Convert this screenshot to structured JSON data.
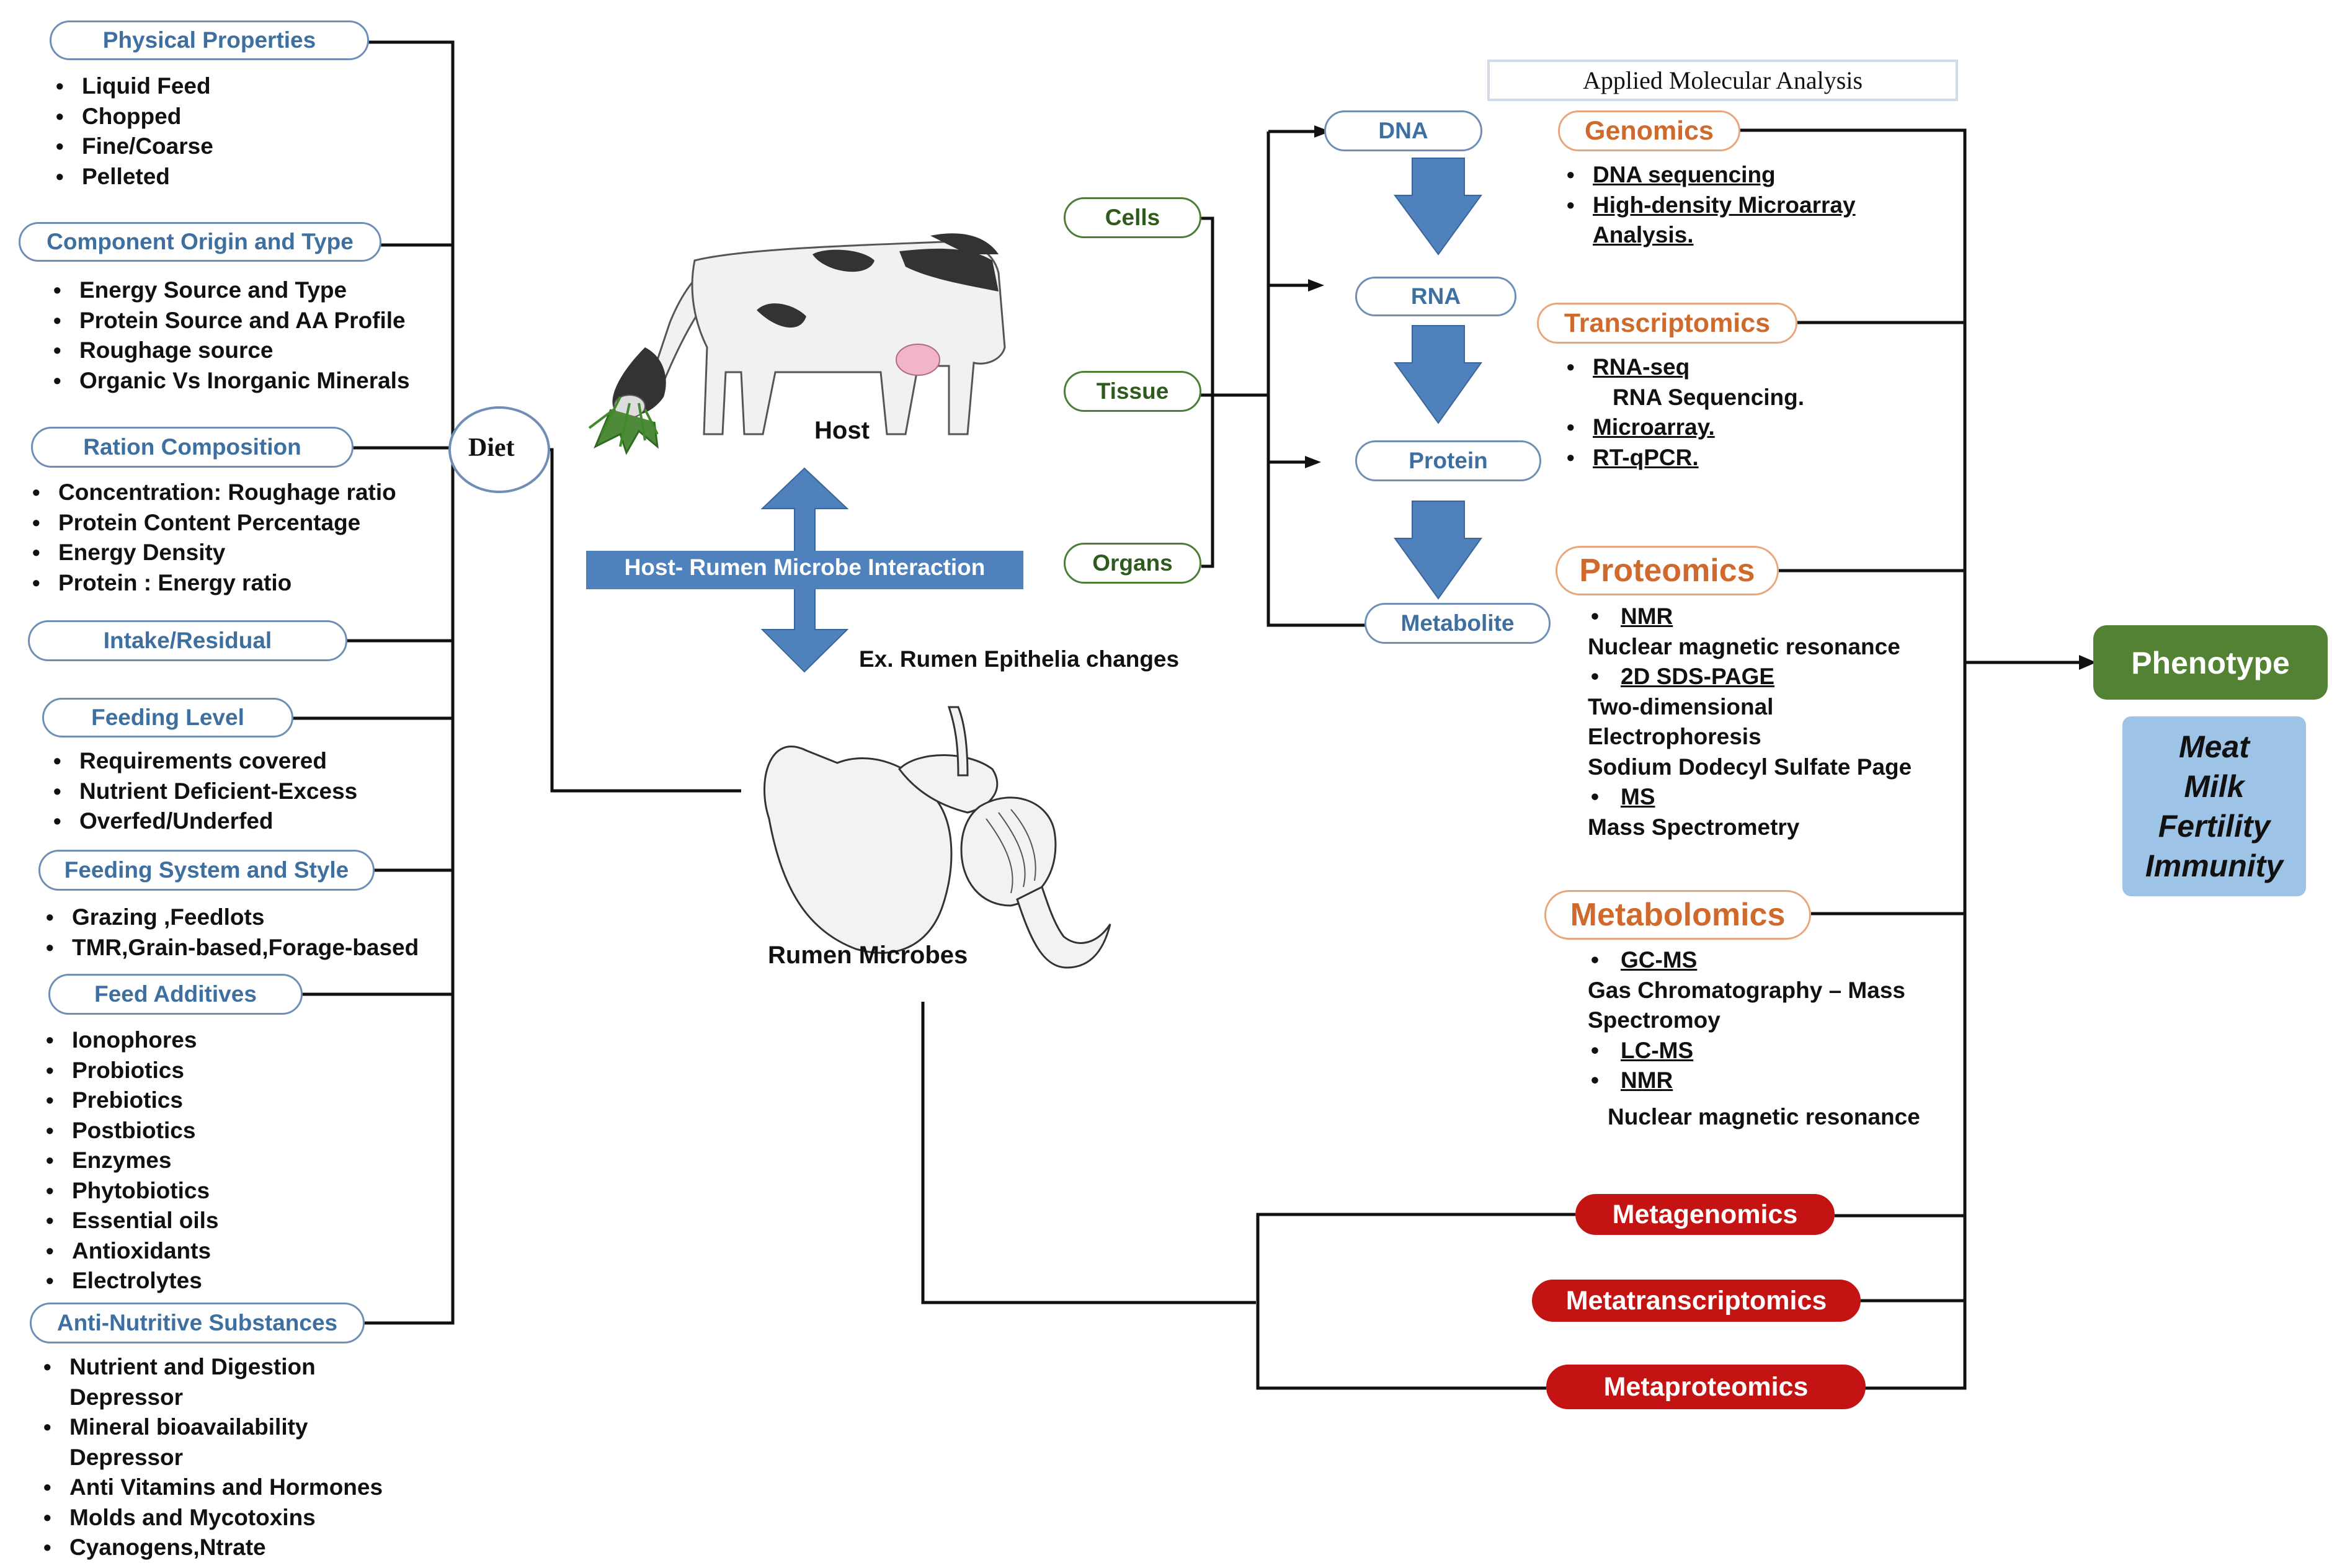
{
  "diet_label": "Diet",
  "host_label": "Host",
  "interaction_label": "Host- Rumen Microbe Interaction",
  "epithelia_label": "Ex. Rumen Epithelia changes",
  "rumen_label": "Rumen Microbes",
  "applied_title": "Applied Molecular Analysis",
  "diet_categories": [
    {
      "label": "Physical Properties",
      "items": [
        "Liquid Feed",
        "Chopped",
        "Fine/Coarse",
        "Pelleted"
      ]
    },
    {
      "label": "Component Origin and Type",
      "items": [
        "Energy Source and Type",
        "Protein Source and AA Profile",
        "Roughage source",
        "Organic Vs Inorganic Minerals"
      ]
    },
    {
      "label": "Ration Composition",
      "items": [
        "Concentration: Roughage ratio",
        "Protein Content Percentage",
        "Energy Density",
        "Protein : Energy ratio"
      ]
    },
    {
      "label": "Intake/Residual",
      "items": []
    },
    {
      "label": "Feeding Level",
      "items": [
        "Requirements covered",
        "Nutrient Deficient-Excess",
        "Overfed/Underfed"
      ]
    },
    {
      "label": "Feeding System and Style",
      "items": [
        "Grazing ,Feedlots",
        "TMR,Grain-based,Forage-based"
      ]
    },
    {
      "label": "Feed Additives",
      "items": [
        "Ionophores",
        "Probiotics",
        "Prebiotics",
        "Postbiotics",
        "Enzymes",
        "Phytobiotics",
        "Essential oils",
        "Antioxidants",
        "Electrolytes"
      ]
    },
    {
      "label": "Anti-Nutritive Substances",
      "items": [
        "Nutrient and Digestion",
        "Depressor",
        "Mineral bioavailability",
        "Depressor",
        "Anti Vitamins and Hormones",
        "Molds and Mycotoxins",
        " Cyanogens,Ntrate"
      ]
    }
  ],
  "sources": [
    "Cells",
    "Tissue",
    "Organs"
  ],
  "molecules": [
    "DNA",
    "RNA",
    "Protein",
    "Metabolite"
  ],
  "omics": {
    "genomics": {
      "label": "Genomics",
      "items": [
        "DNA sequencing ",
        "High-density Microarray",
        "Analysis."
      ]
    },
    "transcriptomics": {
      "label": "Transcriptomics",
      "items": [
        "RNA-seq",
        "RNA Sequencing.",
        "Microarray.",
        "RT-qPCR."
      ]
    },
    "proteomics": {
      "label": "Proteomics",
      "lines": [
        "NMR",
        "Nuclear magnetic resonance",
        "2D SDS-PAGE",
        "Two-dimensional",
        "Electrophoresis",
        "Sodium Dodecyl Sulfate Page",
        "MS",
        "Mass Spectrometry"
      ]
    },
    "metabolomics": {
      "label": "Metabolomics",
      "lines": [
        "GC-MS",
        "Gas Chromatography – Mass",
        "Spectromoy",
        "LC-MS",
        "NMR",
        "Nuclear magnetic resonance"
      ]
    }
  },
  "meta": [
    "Metagenomics",
    "Metatranscriptomics",
    "Metaproteomics"
  ],
  "phenotype": {
    "label": "Phenotype",
    "traits": [
      "Meat",
      "Milk",
      "Fertility",
      "Immunity"
    ]
  },
  "colors": {
    "blue_arrow": "#4f81bd",
    "green": "#548235",
    "orange": "#d06a2c",
    "red": "#c31313",
    "phenotype_box": "#9dc3e6"
  }
}
